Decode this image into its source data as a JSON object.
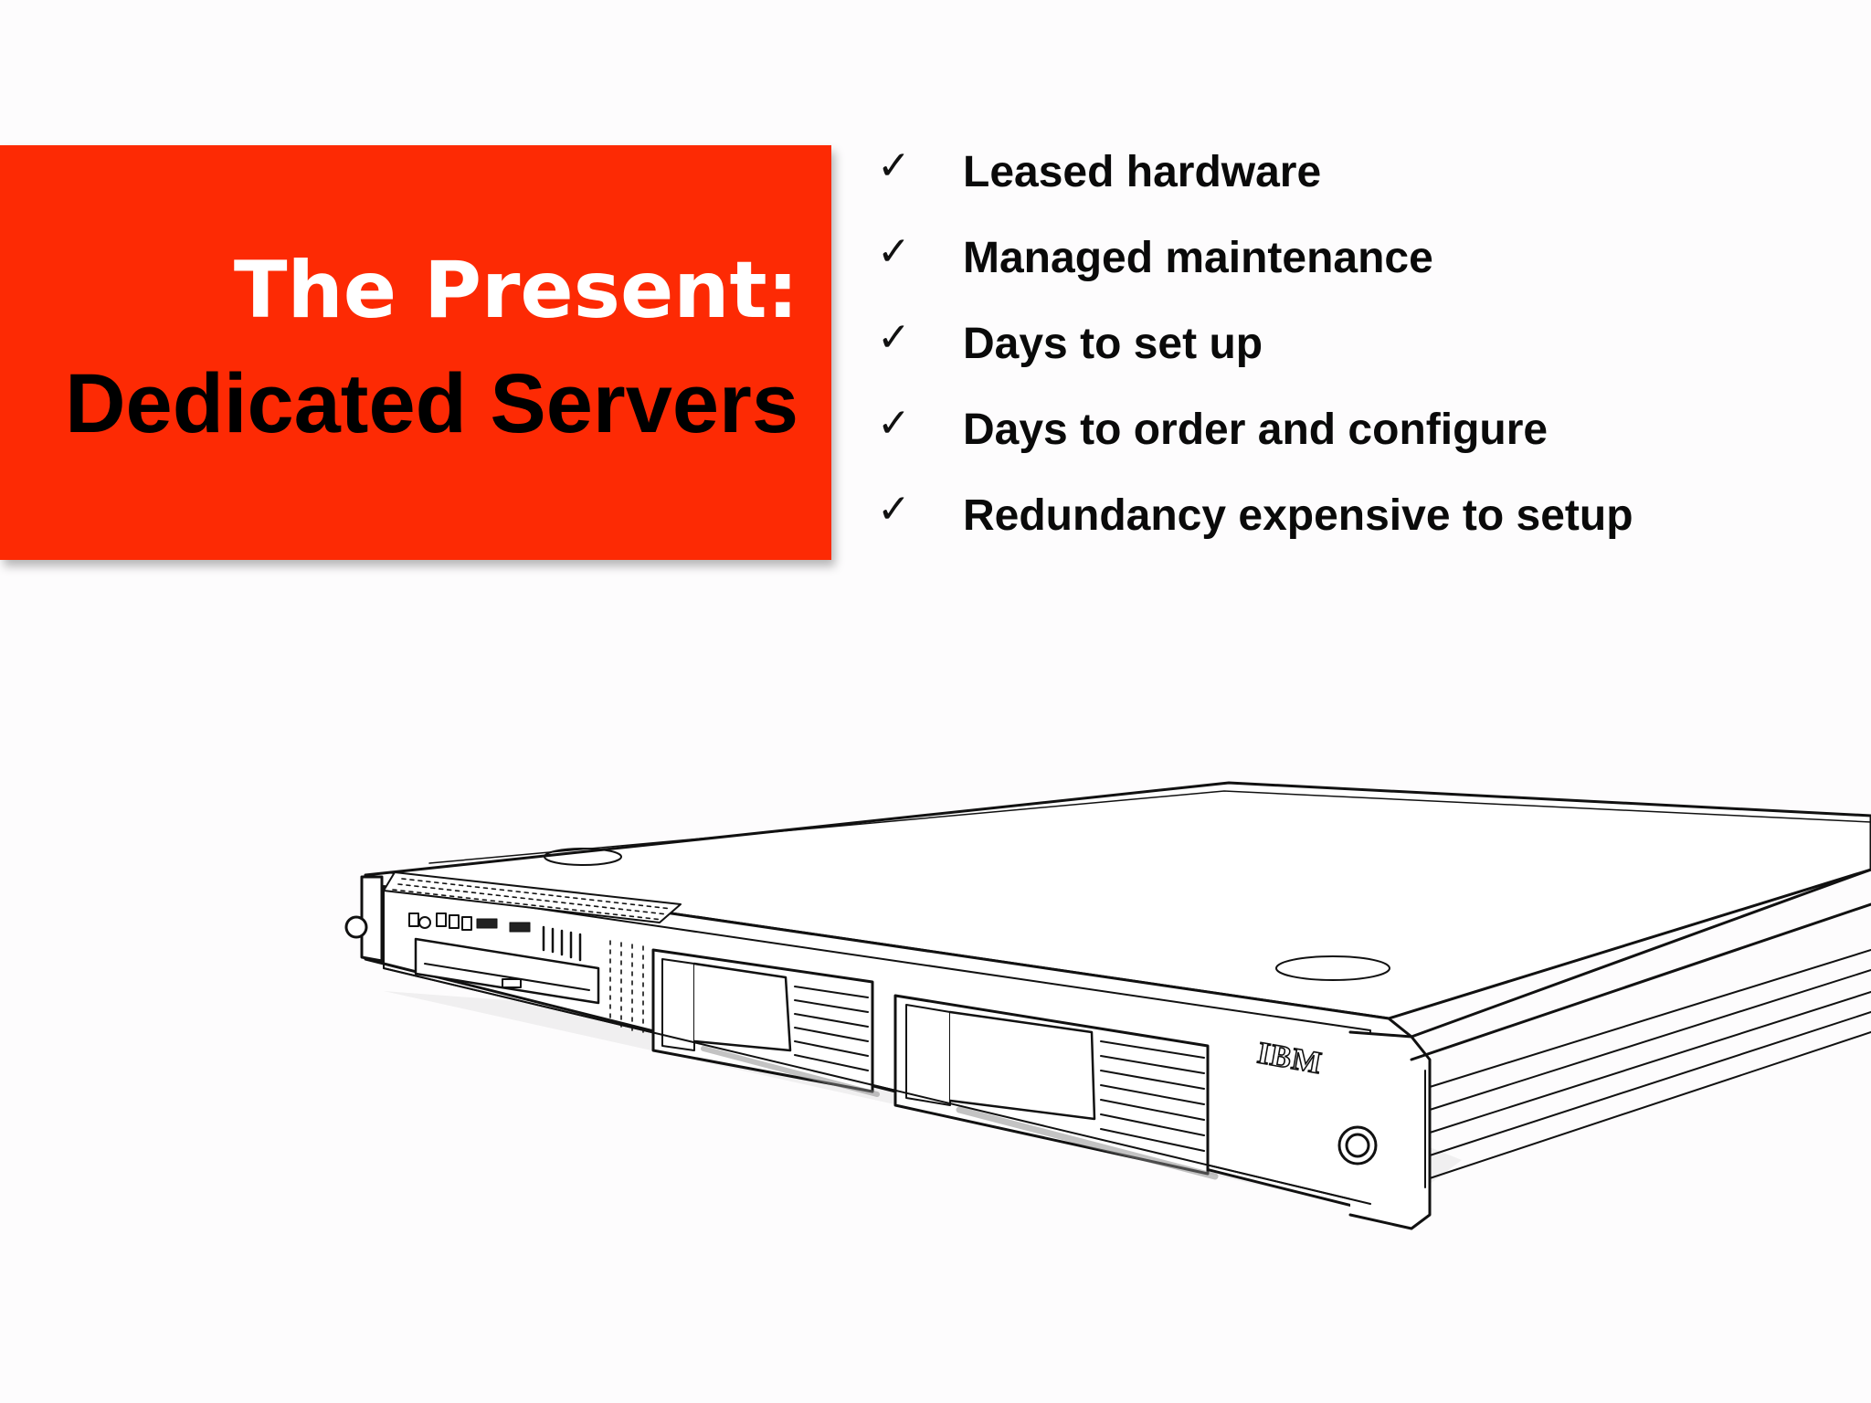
{
  "slide": {
    "title_line1": "The Present:",
    "title_line2": "Dedicated Servers",
    "accent_color": "#fd2a04"
  },
  "bullets": [
    {
      "icon": "check-icon",
      "text": "Leased hardware"
    },
    {
      "icon": "check-icon",
      "text": "Managed maintenance"
    },
    {
      "icon": "check-icon",
      "text": "Days to set up"
    },
    {
      "icon": "check-icon",
      "text": "Days to order and configure"
    },
    {
      "icon": "check-icon",
      "text": "Redundancy expensive to setup"
    }
  ],
  "illustration": {
    "subject": "rack-server-illustration",
    "brand_mark": "IBM"
  }
}
